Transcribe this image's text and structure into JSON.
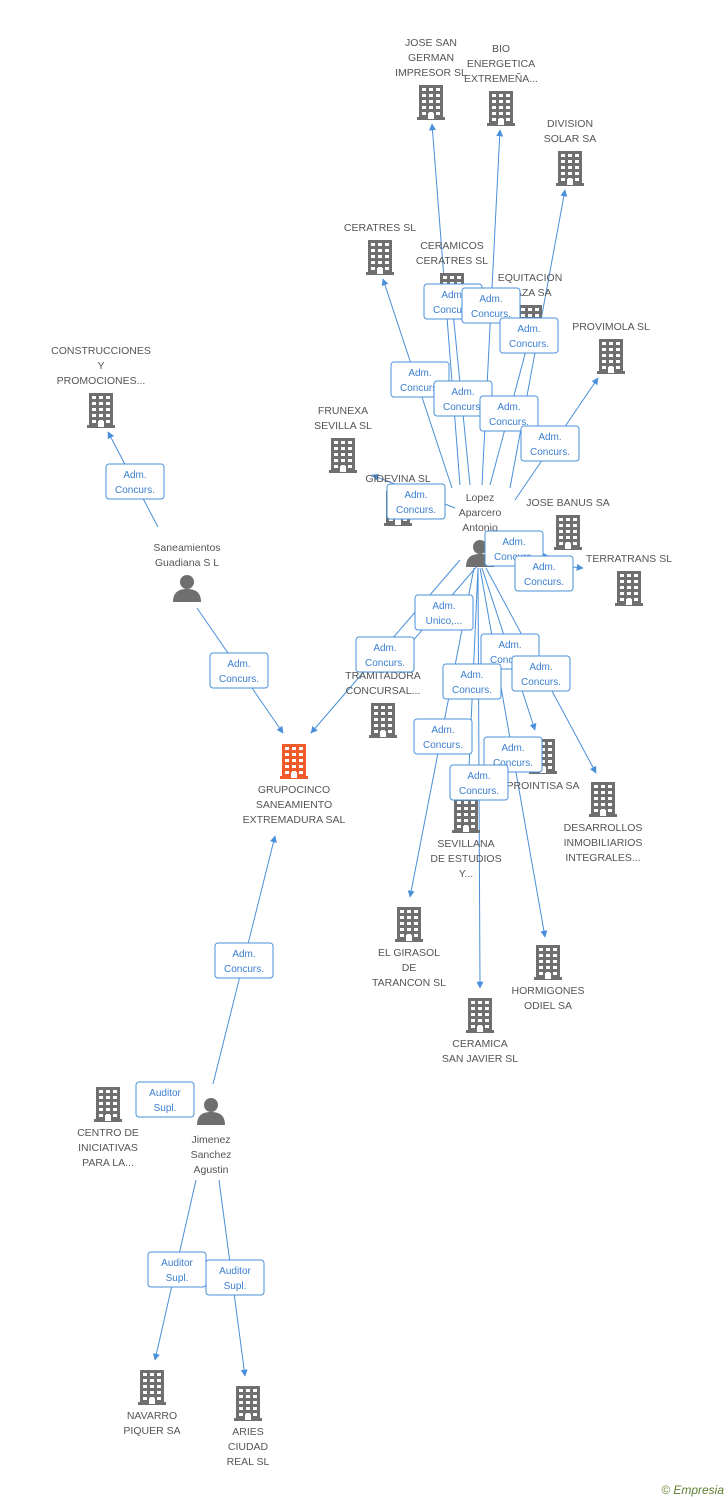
{
  "colors": {
    "edge": "#4a8fd9",
    "company_icon": "#6f6f6f",
    "focus_company_icon": "#f15a29",
    "person_icon": "#6f6f6f",
    "label": "#555555",
    "edge_label": "#3a7fcf"
  },
  "nodes": [
    {
      "id": "jose_san_german",
      "type": "company",
      "label": [
        "JOSE SAN",
        "GERMAN",
        "IMPRESOR SL"
      ]
    },
    {
      "id": "bio_energetica",
      "type": "company",
      "label": [
        "BIO",
        "ENERGETICA",
        "EXTREMEÑA..."
      ]
    },
    {
      "id": "division_solar",
      "type": "company",
      "label": [
        "DIVISION",
        "SOLAR SA"
      ]
    },
    {
      "id": "ceratres",
      "type": "company",
      "label": [
        "CERATRES SL"
      ]
    },
    {
      "id": "ceramicos_ceratres",
      "type": "company",
      "label": [
        "CERAMICOS",
        "CERATRES SL"
      ]
    },
    {
      "id": "equitacion",
      "type": "company",
      "label": [
        "EQUITACION",
        "ZAZA SA"
      ]
    },
    {
      "id": "provimola",
      "type": "company",
      "label": [
        "PROVIMOLA SL"
      ]
    },
    {
      "id": "construcciones",
      "type": "company",
      "label": [
        "CONSTRUCCIONES",
        "Y",
        "PROMOCIONES..."
      ]
    },
    {
      "id": "frunexa",
      "type": "company",
      "label": [
        "FRUNEXA",
        "SEVILLA SL"
      ]
    },
    {
      "id": "gidevina",
      "type": "company",
      "label": [
        "GIDEVINA SL"
      ]
    },
    {
      "id": "jose_banus",
      "type": "company",
      "label": [
        "JOSE BANUS SA"
      ]
    },
    {
      "id": "terratrans",
      "type": "company",
      "label": [
        "TERRATRANS SL"
      ]
    },
    {
      "id": "lopez_aparcero",
      "type": "person",
      "label": [
        "Lopez",
        "Aparcero",
        "Antonio"
      ]
    },
    {
      "id": "saneamientos_guadiana",
      "type": "person",
      "label": [
        "Saneamientos",
        "Guadiana S L"
      ]
    },
    {
      "id": "tramitadora",
      "type": "company",
      "label": [
        "TRAMITADORA",
        "CONCURSAL..."
      ]
    },
    {
      "id": "grupocinco",
      "type": "focus",
      "label": [
        "GRUPOCINCO",
        "SANEAMIENTO",
        "EXTREMADURA SAL"
      ]
    },
    {
      "id": "prointisa",
      "type": "company",
      "label": [
        "PROINTISA SA"
      ]
    },
    {
      "id": "desarrollos",
      "type": "company",
      "label": [
        "DESARROLLOS",
        "INMOBILIARIOS",
        "INTEGRALES..."
      ]
    },
    {
      "id": "sevillana",
      "type": "company",
      "label": [
        "SEVILLANA",
        "DE ESTUDIOS",
        "Y..."
      ]
    },
    {
      "id": "el_girasol",
      "type": "company",
      "label": [
        "EL GIRASOL",
        "DE",
        "TARANCON SL"
      ]
    },
    {
      "id": "hormigones",
      "type": "company",
      "label": [
        "HORMIGONES",
        "ODIEL SA"
      ]
    },
    {
      "id": "ceramica_san_javier",
      "type": "company",
      "label": [
        "CERAMICA",
        "SAN JAVIER SL"
      ]
    },
    {
      "id": "centro_iniciativas",
      "type": "company",
      "label": [
        "CENTRO DE",
        "INICIATIVAS",
        "PARA LA..."
      ]
    },
    {
      "id": "jimenez_sanchez",
      "type": "person",
      "label": [
        "Jimenez",
        "Sanchez",
        "Agustin"
      ]
    },
    {
      "id": "navarro_piquer",
      "type": "company",
      "label": [
        "NAVARRO",
        "PIQUER SA"
      ]
    },
    {
      "id": "aries_ciudad_real",
      "type": "company",
      "label": [
        "ARIES",
        "CIUDAD",
        "REAL SL"
      ]
    }
  ],
  "edges": [
    {
      "from": "lopez_aparcero",
      "to": "jose_san_german",
      "label": [
        "Adm.",
        "Concurs."
      ]
    },
    {
      "from": "lopez_aparcero",
      "to": "bio_energetica",
      "label": [
        "Adm.",
        "Concurs."
      ]
    },
    {
      "from": "lopez_aparcero",
      "to": "division_solar",
      "label": [
        "Adm.",
        "Concurs."
      ]
    },
    {
      "from": "lopez_aparcero",
      "to": "ceratres",
      "label": [
        "Adm.",
        "Concurs."
      ]
    },
    {
      "from": "lopez_aparcero",
      "to": "ceramicos_ceratres",
      "label": [
        "Adm.",
        "Concurs."
      ]
    },
    {
      "from": "lopez_aparcero",
      "to": "equitacion",
      "label": [
        "Adm.",
        "Concurs."
      ]
    },
    {
      "from": "lopez_aparcero",
      "to": "provimola",
      "label": [
        "Adm.",
        "Concurs."
      ]
    },
    {
      "from": "lopez_aparcero",
      "to": "gidevina",
      "label": [
        "Adm.",
        "Concurs."
      ]
    },
    {
      "from": "lopez_aparcero",
      "to": "jose_banus",
      "label": [
        "Adm.",
        "Concurs."
      ]
    },
    {
      "from": "lopez_aparcero",
      "to": "terratrans",
      "label": [
        "Adm.",
        "Concurs."
      ]
    },
    {
      "from": "lopez_aparcero",
      "to": "tramitadora",
      "label": [
        "Adm.",
        "Unico,..."
      ]
    },
    {
      "from": "lopez_aparcero",
      "to": "prointisa",
      "label": [
        "Adm.",
        "Concurs."
      ]
    },
    {
      "from": "lopez_aparcero",
      "to": "desarrollos",
      "label": [
        "Adm.",
        "Concurs."
      ]
    },
    {
      "from": "lopez_aparcero",
      "to": "sevillana",
      "label": [
        "Adm.",
        "Concurs."
      ]
    },
    {
      "from": "lopez_aparcero",
      "to": "el_girasol",
      "label": [
        "Adm.",
        "Concurs."
      ]
    },
    {
      "from": "lopez_aparcero",
      "to": "hormigones",
      "label": [
        "Adm.",
        "Concurs."
      ]
    },
    {
      "from": "lopez_aparcero",
      "to": "ceramica_san_javier",
      "label": [
        "Adm.",
        "Concurs."
      ]
    },
    {
      "from": "lopez_aparcero",
      "to": "grupocinco",
      "label": [
        "Adm.",
        "Concurs."
      ]
    },
    {
      "from": "saneamientos_guadiana",
      "to": "construcciones",
      "label": [
        "Adm.",
        "Concurs."
      ]
    },
    {
      "from": "saneamientos_guadiana",
      "to": "grupocinco",
      "label": [
        "Adm.",
        "Concurs."
      ]
    },
    {
      "from": "jimenez_sanchez",
      "to": "grupocinco",
      "label": [
        "Adm.",
        "Concurs."
      ]
    },
    {
      "from": "jimenez_sanchez",
      "to": "centro_iniciativas",
      "label": [
        "Auditor",
        "Supl."
      ]
    },
    {
      "from": "jimenez_sanchez",
      "to": "navarro_piquer",
      "label": [
        "Auditor",
        "Supl."
      ]
    },
    {
      "from": "jimenez_sanchez",
      "to": "aries_ciudad_real",
      "label": [
        "Auditor",
        "Supl."
      ]
    }
  ],
  "footer": {
    "copyright_symbol": "©",
    "brand": "Empresia"
  }
}
